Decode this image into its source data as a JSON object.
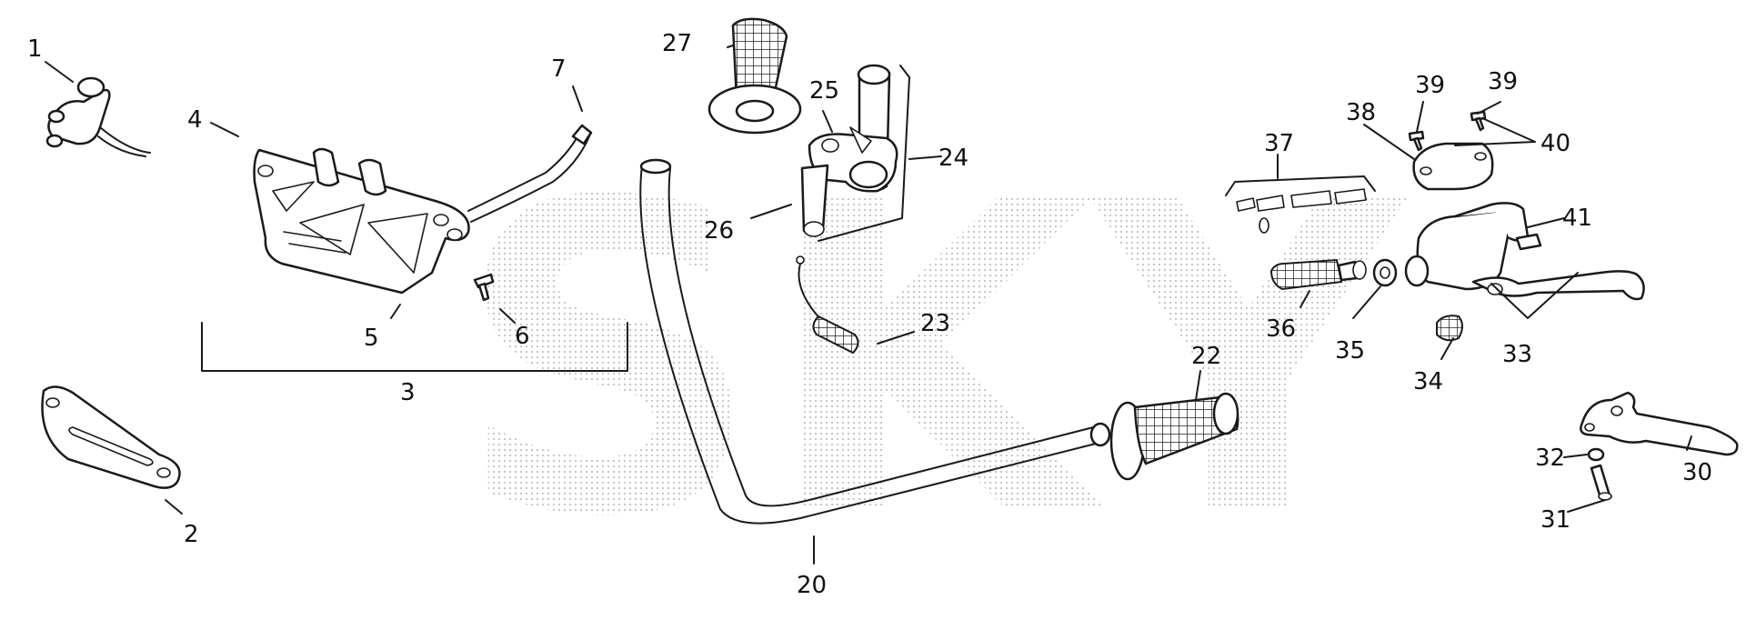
{
  "watermark_text": "SKY",
  "callouts": [
    {
      "id": "c1",
      "text": "1"
    },
    {
      "id": "c2",
      "text": "2"
    },
    {
      "id": "c3",
      "text": "3"
    },
    {
      "id": "c4",
      "text": "4"
    },
    {
      "id": "c5",
      "text": "5"
    },
    {
      "id": "c6",
      "text": "6"
    },
    {
      "id": "c7",
      "text": "7"
    },
    {
      "id": "c20",
      "text": "20"
    },
    {
      "id": "c22",
      "text": "22"
    },
    {
      "id": "c23",
      "text": "23"
    },
    {
      "id": "c24",
      "text": "24"
    },
    {
      "id": "c25",
      "text": "25"
    },
    {
      "id": "c26",
      "text": "26"
    },
    {
      "id": "c27",
      "text": "27"
    },
    {
      "id": "c30",
      "text": "30"
    },
    {
      "id": "c31",
      "text": "31"
    },
    {
      "id": "c32",
      "text": "32"
    },
    {
      "id": "c33",
      "text": "33"
    },
    {
      "id": "c34",
      "text": "34"
    },
    {
      "id": "c35",
      "text": "35"
    },
    {
      "id": "c36",
      "text": "36"
    },
    {
      "id": "c37",
      "text": "37"
    },
    {
      "id": "c38",
      "text": "38"
    },
    {
      "id": "c39a",
      "text": "39"
    },
    {
      "id": "c39b",
      "text": "39"
    },
    {
      "id": "c40",
      "text": "40"
    },
    {
      "id": "c41",
      "text": "41"
    }
  ]
}
